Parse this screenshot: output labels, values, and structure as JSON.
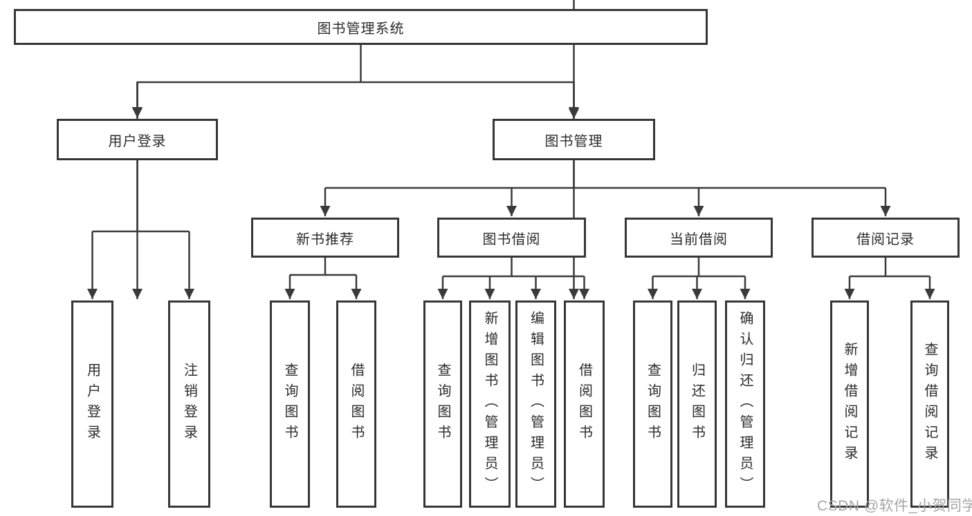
{
  "tree": {
    "root": "图书管理系统",
    "branches": [
      {
        "label": "用户登录",
        "children": [
          "用户登录",
          "注销登录"
        ]
      },
      {
        "label": "图书管理",
        "groups": [
          {
            "label": "新书推荐",
            "children": [
              "查询图书",
              "借阅图书"
            ]
          },
          {
            "label": "图书借阅",
            "children": [
              "查询图书",
              "新增图书（管理员）",
              "编辑图书（管理员）",
              "借阅图书"
            ]
          },
          {
            "label": "当前借阅",
            "children": [
              "查询图书",
              "归还图书",
              "确认归还（管理员）"
            ]
          },
          {
            "label": "借阅记录",
            "children": [
              "新增借阅记录",
              "查询借阅记录"
            ]
          }
        ]
      }
    ]
  },
  "watermark": "CSDN @软件_小贺同学",
  "colors": {
    "line": "#3a3a3a",
    "border": "#363636",
    "text": "#2b2b2b",
    "watermark": "#a6a6a6",
    "background": "#ffffff"
  }
}
